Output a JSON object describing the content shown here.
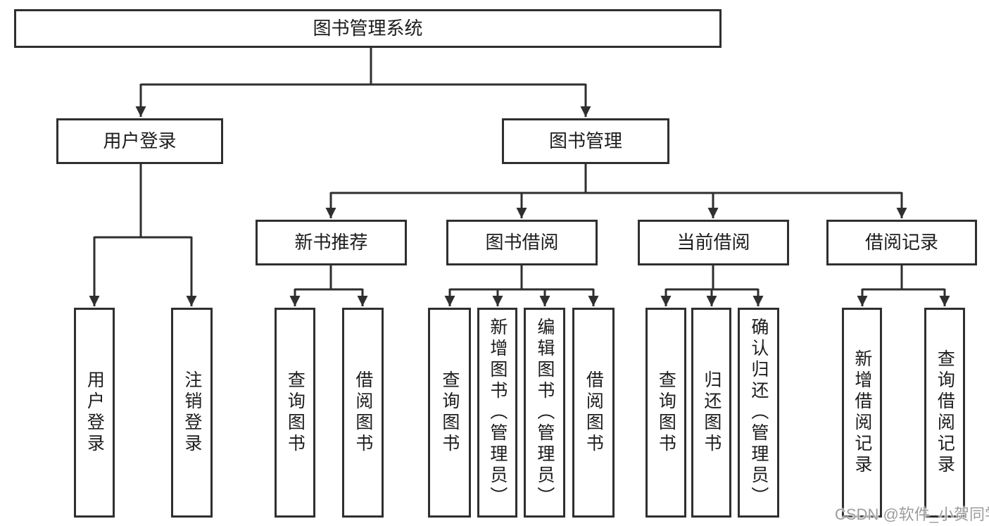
{
  "nodes": {
    "system": "图书管理系统",
    "user_login": "用户登录",
    "book_management": "图书管理",
    "new_book_recommend": "新书推荐",
    "book_borrowing": "图书借阅",
    "current_borrowing": "当前借阅",
    "borrowing_records": "借阅记录",
    "leaf_user_login": "用户登录",
    "leaf_logout": "注销登录",
    "leaf_rec_query_books": "查询图书",
    "leaf_rec_borrow_books": "借阅图书",
    "leaf_bb_query_books": "查询图书",
    "leaf_bb_add_book_admin": "新增图书（管理员）",
    "leaf_bb_edit_book_admin": "编辑图书（管理员）",
    "leaf_bb_borrow_books": "借阅图书",
    "leaf_cb_query_books": "查询图书",
    "leaf_cb_return_book": "归还图书",
    "leaf_cb_confirm_return_admin": "确认归还（管理员）",
    "leaf_br_add_record": "新增借阅记录",
    "leaf_br_query_record": "查询借阅记录"
  },
  "hierarchy": {
    "图书管理系统": [
      "用户登录",
      "图书管理"
    ],
    "用户登录": [
      "用户登录",
      "注销登录"
    ],
    "图书管理": [
      "新书推荐",
      "图书借阅",
      "当前借阅",
      "借阅记录"
    ],
    "新书推荐": [
      "查询图书",
      "借阅图书"
    ],
    "图书借阅": [
      "查询图书",
      "新增图书（管理员）",
      "编辑图书（管理员）",
      "借阅图书"
    ],
    "当前借阅": [
      "查询图书",
      "归还图书",
      "确认归还（管理员）"
    ],
    "借阅记录": [
      "新增借阅记录",
      "查询借阅记录"
    ]
  },
  "colors": {
    "line": "#2f2f2f",
    "text": "#1c1c1c",
    "background": "#ffffff",
    "watermark_text": "#9c9c9c"
  },
  "watermark": "CSDN @软件_小贺同学"
}
